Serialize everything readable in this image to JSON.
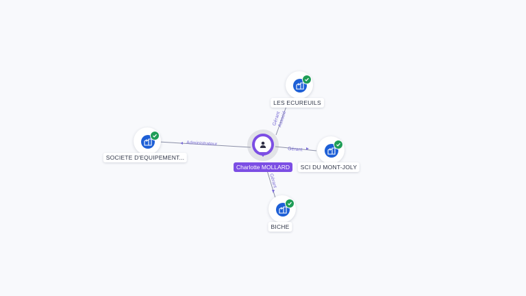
{
  "colors": {
    "person_accent": "#7c4ee4",
    "company_blue": "#1d5fd6",
    "verified_green": "#1f9d57",
    "edge_label": "#7d6fd6"
  },
  "person": {
    "name": "Charlotte MOLLARD",
    "icon": "person-icon"
  },
  "companies": [
    {
      "id": "les-ecureuils",
      "name": "LES ECUREUILS",
      "icon": "building-icon",
      "verified": true
    },
    {
      "id": "societe-equipement",
      "name": "SOCIETE D'EQUIPEMENT...",
      "icon": "building-icon",
      "verified": true
    },
    {
      "id": "sci-mont-joly",
      "name": "SCI DU MONT-JOLY",
      "icon": "building-icon",
      "verified": true
    },
    {
      "id": "biche",
      "name": "BICHE",
      "icon": "building-icon",
      "verified": true
    }
  ],
  "edges": [
    {
      "target": "les-ecureuils",
      "labels": [
        "Gérant",
        "Associé"
      ]
    },
    {
      "target": "societe-equipement",
      "labels": [
        "Administrateur"
      ]
    },
    {
      "target": "sci-mont-joly",
      "labels": [
        "Gérant"
      ]
    },
    {
      "target": "biche",
      "labels": [
        "Gérant"
      ]
    }
  ]
}
